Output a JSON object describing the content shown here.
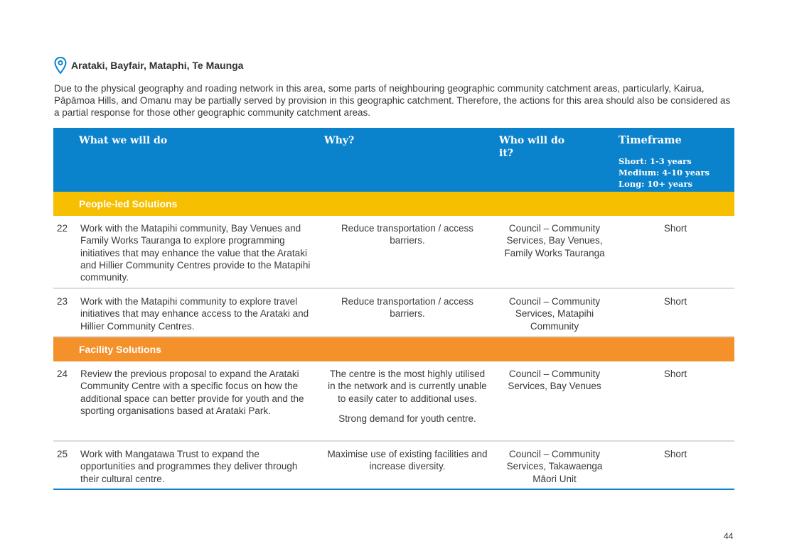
{
  "heading": {
    "icon": "map-pin-icon",
    "icon_color": "#0b82cc",
    "title": "Arataki, Bayfair, Mataphi, Te Maunga"
  },
  "intro": "Due to the physical geography and roading network in this area, some parts of neighbouring geographic community catchment areas, particularly, Kairua, Pāpāmoa Hills, and Omanu may be partially served by provision in this geographic catchment. Therefore, the actions for this area should also be considered as a partial response for those other geographic community catchment areas.",
  "table": {
    "header_color": "#0b82cc",
    "headers": {
      "what": "What we will do",
      "why": "Why?",
      "who": "Who will do it?",
      "timeframe": "Timeframe",
      "timeframe_short": "Short: 1-3 years",
      "timeframe_medium": "Medium: 4-10 years",
      "timeframe_long": "Long: 10+ years"
    },
    "sections": [
      {
        "title": "People-led Solutions",
        "color": "#f6bf00",
        "rows": [
          {
            "num": "22",
            "what": "Work with the Matapihi community, Bay Venues and Family Works Tauranga to explore programming initiatives that may enhance the value that the Arataki and Hillier Community Centres provide to the Matapihi community.",
            "why": [
              "Reduce transportation / access barriers."
            ],
            "who": "Council – Community Services, Bay Venues, Family Works Tauranga",
            "timeframe": "Short"
          },
          {
            "num": "23",
            "what": "Work with the Matapihi community to explore travel initiatives that may enhance access to the Arataki and Hillier Community Centres.",
            "why": [
              "Reduce transportation / access barriers."
            ],
            "who": "Council – Community Services, Matapihi Community",
            "timeframe": "Short"
          }
        ]
      },
      {
        "title": "Facility Solutions",
        "color": "#f5912a",
        "rows": [
          {
            "num": "24",
            "what": "Review the previous proposal to expand the Arataki Community Centre with a specific focus on how the additional space can better provide for youth and the sporting organisations based at Arataki Park.",
            "why": [
              "The centre is the most highly utilised in the network and is currently unable to easily cater to additional uses.",
              "Strong demand for youth centre."
            ],
            "who": "Council – Community Services, Bay Venues",
            "timeframe": "Short"
          },
          {
            "num": "25",
            "what": "Work with Mangatawa Trust to expand the opportunities and programmes they deliver through their cultural centre.",
            "why": [
              "Maximise use of existing facilities and increase diversity."
            ],
            "who": "Council – Community Services, Takawaenga Māori Unit",
            "timeframe": "Short"
          }
        ]
      }
    ]
  },
  "page_number": "44"
}
